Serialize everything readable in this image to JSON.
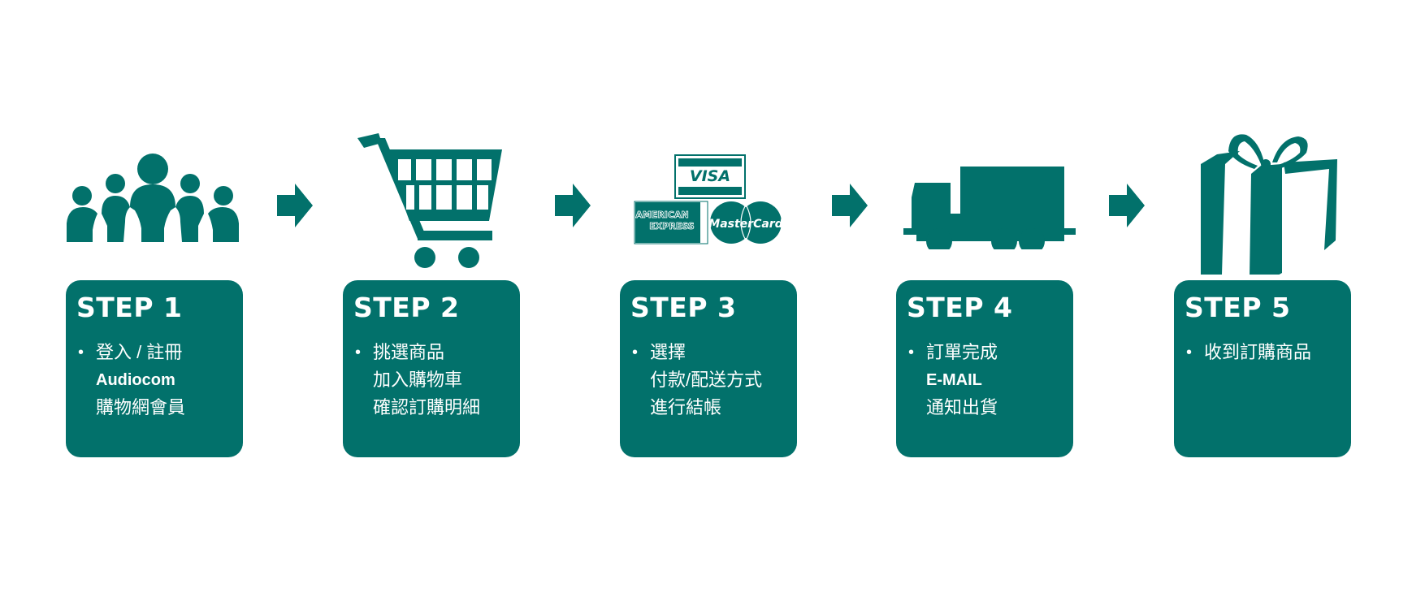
{
  "diagram": {
    "title": "",
    "accent_color": "#02716b",
    "steps": [
      {
        "icon": "people-group-icon",
        "title": "STEP 1",
        "bullet": "•",
        "lines": [
          "登入 / 註冊",
          "Audiocom",
          "購物網會員"
        ]
      },
      {
        "icon": "shopping-cart-icon",
        "title": "STEP 2",
        "bullet": "•",
        "lines": [
          "挑選商品",
          "加入購物車",
          "確認訂購明細"
        ]
      },
      {
        "icon": "credit-cards-icon",
        "title": "STEP 3",
        "bullet": "•",
        "lines": [
          "選擇",
          "付款/配送方式",
          "進行結帳"
        ],
        "card_labels": {
          "visa": "VISA",
          "amex_1": "AMERICAN",
          "amex_2": "EXPRESS",
          "mastercard": "MasterCard"
        }
      },
      {
        "icon": "delivery-truck-icon",
        "title": "STEP 4",
        "bullet": "•",
        "lines": [
          "訂單完成",
          "E-MAIL",
          "通知出貨"
        ]
      },
      {
        "icon": "gift-box-icon",
        "title": "STEP 5",
        "bullet": "•",
        "lines": [
          "收到訂購商品"
        ]
      }
    ],
    "connectors": [
      "arrow-right",
      "arrow-right",
      "arrow-right",
      "arrow-right"
    ]
  }
}
